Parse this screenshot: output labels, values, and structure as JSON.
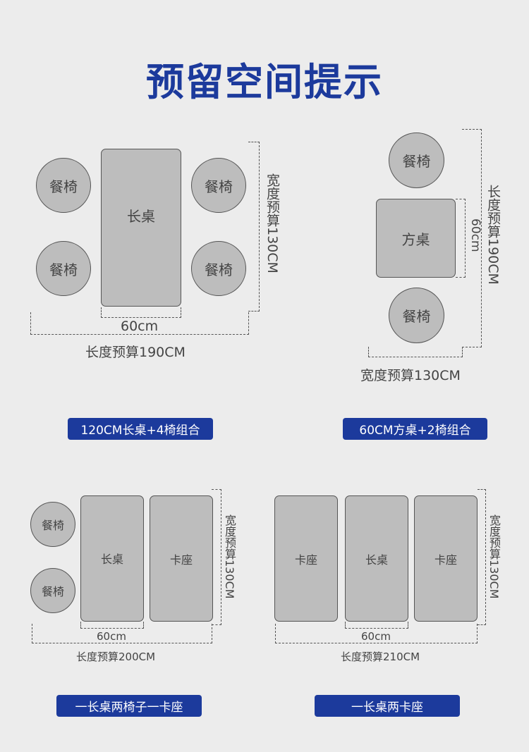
{
  "title": "预留空间提示",
  "chair_label": "餐椅",
  "panel1": {
    "table_label": "长桌",
    "width_label": "60cm",
    "length_label": "长度预算190CM",
    "depth_label": "宽度预算130CM",
    "banner": "120CM长桌+4椅组合"
  },
  "panel2": {
    "table_label": "方桌",
    "width_label": "60cm",
    "length_label": "长度预算190CM",
    "depth_label": "宽度预算130CM",
    "banner": "60CM方桌+2椅组合"
  },
  "panel3": {
    "table_label": "长桌",
    "booth_label": "卡座",
    "width_label": "60cm",
    "length_label": "长度预算200CM",
    "depth_label": "宽度预算130CM",
    "banner": "一长桌两椅子一卡座"
  },
  "panel4": {
    "table_label": "长桌",
    "booth_label": "卡座",
    "width_label": "60cm",
    "length_label": "长度预算210CM",
    "depth_label": "宽度预算130CM",
    "banner": "一长桌两卡座"
  }
}
